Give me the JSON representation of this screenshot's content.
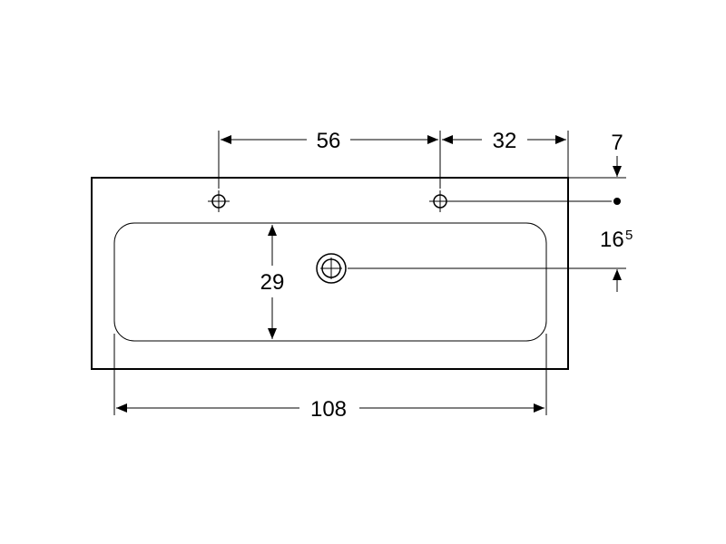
{
  "dimensions": {
    "hole_spacing": "56",
    "right_hole_to_edge": "32",
    "top_edge_to_hole": "7",
    "hole_to_drain_main": "16",
    "hole_to_drain_sup": "5",
    "bowl_depth": "29",
    "bowl_width": "108"
  }
}
